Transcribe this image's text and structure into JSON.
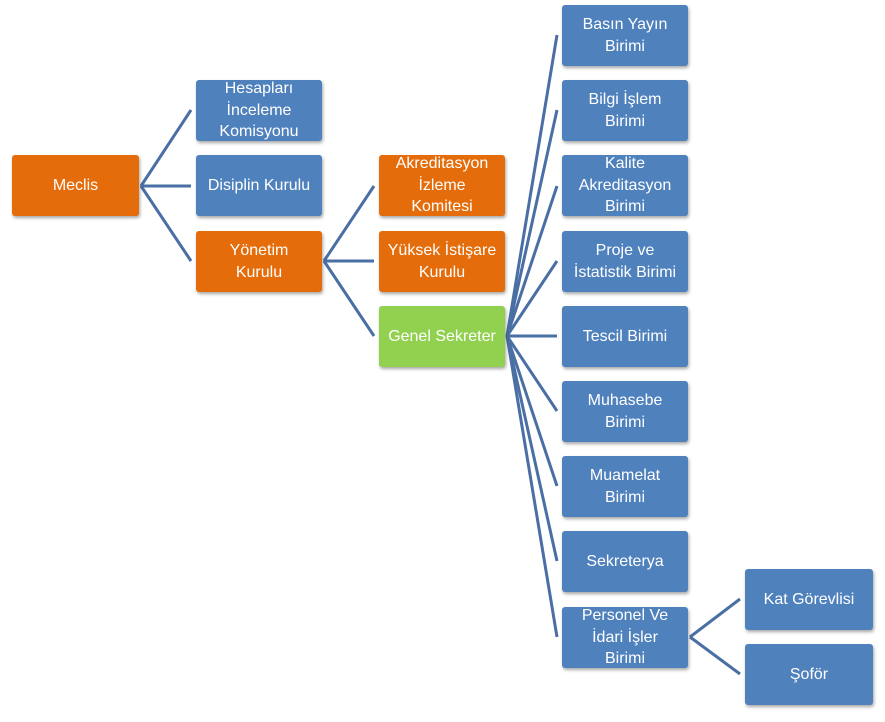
{
  "colors": {
    "orange": "#e46c0a",
    "blue": "#4f81bd",
    "green": "#92d050",
    "connector": "#4a6fa5"
  },
  "nodes": {
    "meclis": "Meclis",
    "hesaplari_inceleme": "Hesapları\nİnceleme\nKomisyonu",
    "disiplin_kurulu": "Disiplin Kurulu",
    "yonetim_kurulu": "Yönetim\nKurulu",
    "akreditasyon_izleme": "Akreditasyon\nİzleme\nKomitesi",
    "yuksek_istisare": "Yüksek İstişare\nKurulu",
    "genel_sekreter": "Genel Sekreter",
    "basin_yayin": "Basın Yayın\nBirimi",
    "bilgi_islem": "Bilgi İşlem\nBirimi",
    "kalite_akreditasyon": "Kalite\nAkreditasyon\nBirimi",
    "proje_istatistik": "Proje ve\nİstatistik Birimi",
    "tescil": "Tescil Birimi",
    "muhasebe": "Muhasebe\nBirimi",
    "muamelat": "Muamelat\nBirimi",
    "sekreterya": "Sekreterya",
    "personel_idari": "Personel Ve\nİdari İşler\nBirimi",
    "kat_gorevlisi": "Kat Görevlisi",
    "sofor": "Şoför"
  }
}
